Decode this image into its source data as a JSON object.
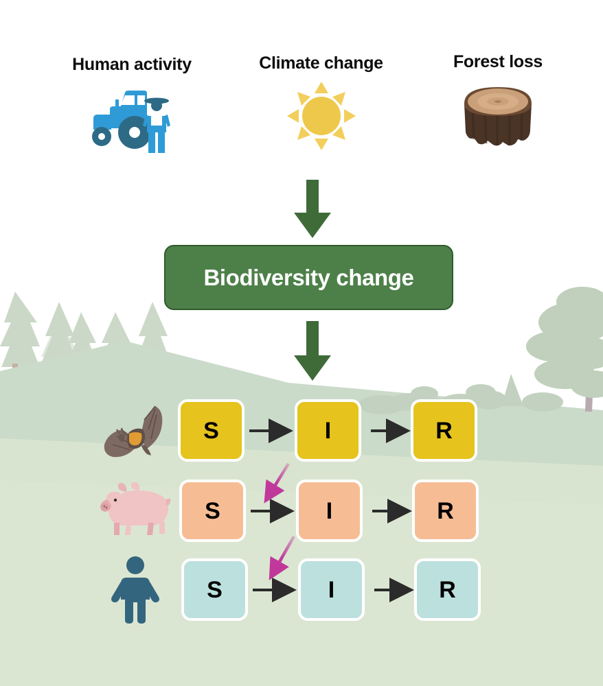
{
  "figure": {
    "type": "conceptual-diagram",
    "title_absent": true,
    "background": {
      "sky": "#ffffff",
      "hill_far": "#cbdbc9",
      "hill_near": "#d8e4cf",
      "ground": "#dbe6d2",
      "tree_silhouette": "#c3d2c0"
    }
  },
  "drivers": [
    {
      "id": "human-activity",
      "label": "Human activity",
      "icon": "tractor-farmer-icon",
      "colors": {
        "primary": "#2e9bd6",
        "dark": "#2d6a86"
      }
    },
    {
      "id": "climate-change",
      "label": "Climate change",
      "icon": "sun-icon",
      "colors": {
        "primary": "#edc84b",
        "rays": "#f2cf5c"
      }
    },
    {
      "id": "forest-loss",
      "label": "Forest loss",
      "icon": "tree-stump-icon",
      "colors": {
        "bark": "#4a3426",
        "rings": "#cfa274",
        "side": "#6b4a33"
      }
    }
  ],
  "arrows": {
    "vertical_color": "#3f6b39",
    "flow_color": "#2b2b2b",
    "spillover_color": "#c0399a",
    "vertical": [
      {
        "id": "drivers-to-biodiversity",
        "from": "drivers",
        "to": "biodiversity-change"
      },
      {
        "id": "biodiversity-to-sir",
        "from": "biodiversity-change",
        "to": "sir-grid"
      }
    ],
    "spillover": [
      {
        "id": "bat-to-pig",
        "from": "bat-infected",
        "to": "pig-susceptible-to-infected"
      },
      {
        "id": "pig-to-human",
        "from": "pig-infected",
        "to": "human-susceptible-to-infected"
      }
    ]
  },
  "biodiversity": {
    "label": "Biodiversity change",
    "fill": "#4d8049",
    "border": "#2f5a2c",
    "text_color": "#ffffff"
  },
  "sir_model": {
    "compartment_labels": [
      "S",
      "I",
      "R"
    ],
    "rows": [
      {
        "id": "bat",
        "host": "bat",
        "icon": "bat-icon",
        "fill": "#e6c31d",
        "compartments": [
          {
            "label": "S",
            "name": "susceptible"
          },
          {
            "label": "I",
            "name": "infected"
          },
          {
            "label": "R",
            "name": "recovered"
          }
        ]
      },
      {
        "id": "pig",
        "host": "pig",
        "icon": "pig-icon",
        "fill": "#f6bd95",
        "compartments": [
          {
            "label": "S",
            "name": "susceptible"
          },
          {
            "label": "I",
            "name": "infected"
          },
          {
            "label": "R",
            "name": "recovered"
          }
        ]
      },
      {
        "id": "human",
        "host": "human",
        "icon": "human-figure-icon",
        "fill": "#bce0de",
        "compartments": [
          {
            "label": "S",
            "name": "susceptible"
          },
          {
            "label": "I",
            "name": "infected"
          },
          {
            "label": "R",
            "name": "recovered"
          }
        ]
      }
    ]
  }
}
